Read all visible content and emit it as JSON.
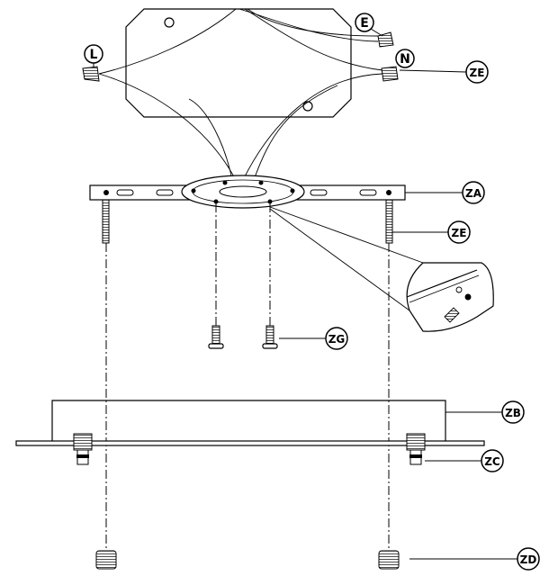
{
  "callouts": {
    "L": "L",
    "E": "E",
    "N": "N",
    "ZE_top": "ZE",
    "ZA": "ZA",
    "ZE_side": "ZE",
    "ZG": "ZG",
    "ZB": "ZB",
    "ZC": "ZC",
    "ZD": "ZD"
  },
  "colors": {
    "line": "#000000",
    "background": "#ffffff"
  }
}
